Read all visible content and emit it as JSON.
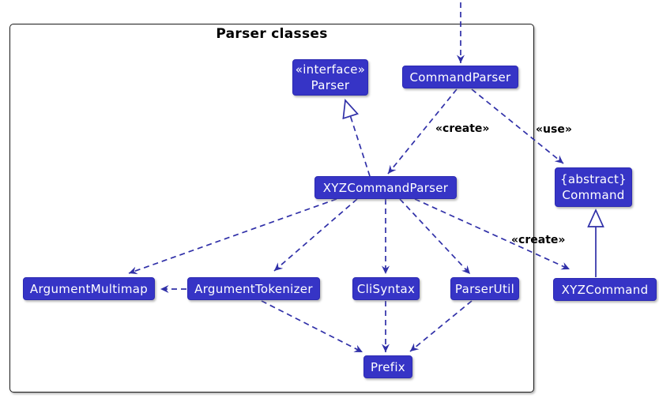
{
  "diagram": {
    "title": "Parser classes",
    "nodes": {
      "parser": {
        "stereotype": "«interface»",
        "name": "Parser"
      },
      "command_parser": {
        "name": "CommandParser"
      },
      "xyz_command_parser": {
        "name": "XYZCommandParser"
      },
      "command": {
        "stereotype": "{abstract}",
        "name": "Command"
      },
      "argument_multimap": {
        "name": "ArgumentMultimap"
      },
      "argument_tokenizer": {
        "name": "ArgumentTokenizer"
      },
      "cli_syntax": {
        "name": "CliSyntax"
      },
      "parser_util": {
        "name": "ParserUtil"
      },
      "xyz_command": {
        "name": "XYZCommand"
      },
      "prefix": {
        "name": "Prefix"
      }
    },
    "edge_labels": {
      "create_parser": "«create»",
      "use_command": "«use»",
      "create_command": "«create»"
    },
    "colors": {
      "node_fill": "#3634C6",
      "node_border": "#2C2AB2",
      "node_text": "#FFFFFF",
      "edge": "#3030A8",
      "frame_border": "#1A1A1A",
      "label_text": "#000000",
      "background": "#FFFFFF"
    }
  }
}
